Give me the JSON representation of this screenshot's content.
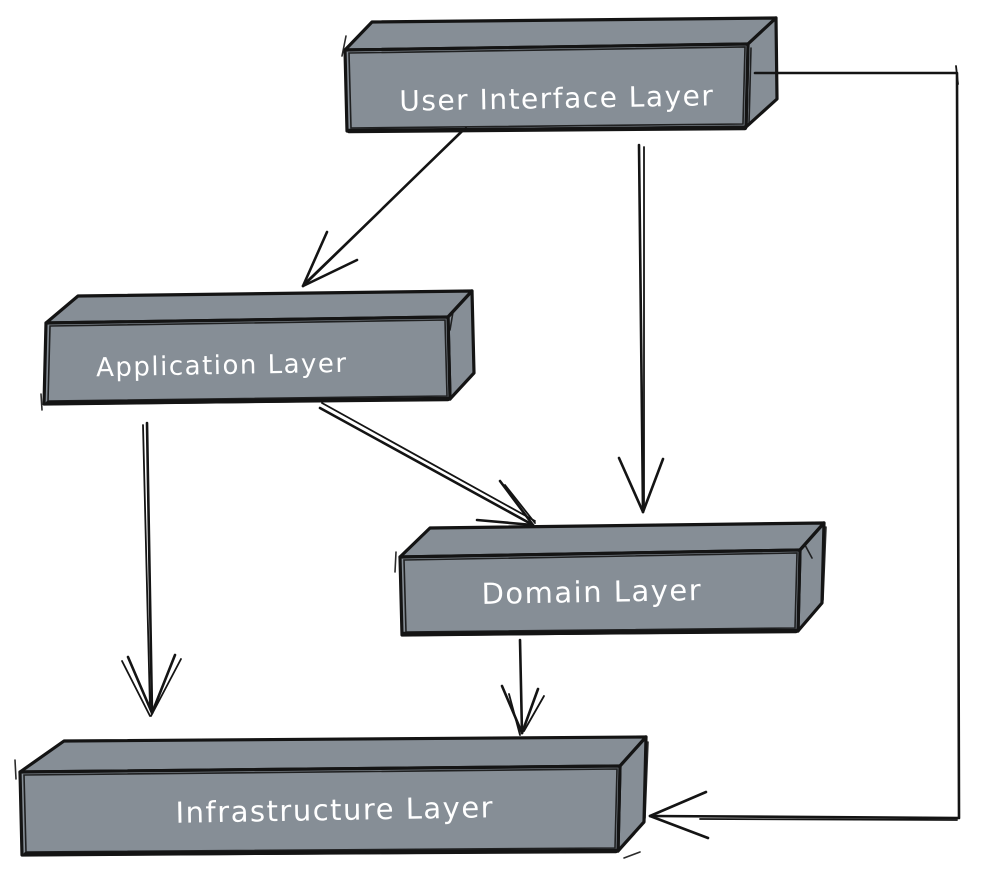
{
  "diagram": {
    "type": "layered-architecture",
    "style": "hand-drawn-sketch",
    "background_color": "#ffffff",
    "box_fill_color": "#868e96",
    "outline_color": "#141414",
    "label_color": "#ffffff",
    "nodes": [
      {
        "id": "user-interface-layer",
        "label": "User Interface Layer"
      },
      {
        "id": "application-layer",
        "label": "Application Layer"
      },
      {
        "id": "domain-layer",
        "label": "Domain Layer"
      },
      {
        "id": "infrastructure-layer",
        "label": "Infrastructure Layer"
      }
    ],
    "edges": [
      {
        "from": "User Interface Layer",
        "to": "Application Layer"
      },
      {
        "from": "User Interface Layer",
        "to": "Domain Layer"
      },
      {
        "from": "User Interface Layer",
        "to": "Infrastructure Layer"
      },
      {
        "from": "Application Layer",
        "to": "Domain Layer"
      },
      {
        "from": "Application Layer",
        "to": "Infrastructure Layer"
      },
      {
        "from": "Domain Layer",
        "to": "Infrastructure Layer"
      }
    ]
  }
}
